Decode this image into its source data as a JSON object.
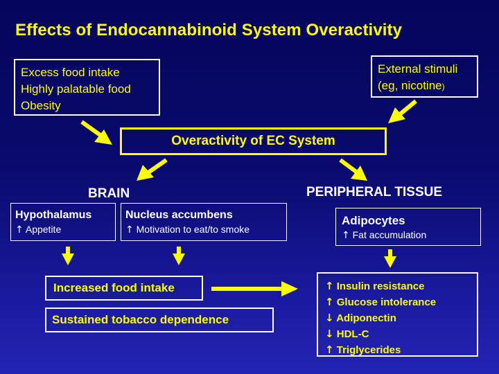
{
  "title": "Effects of Endocannabinoid System Overactivity",
  "inputs": {
    "left": [
      "Excess food intake",
      "Highly palatable food",
      "Obesity"
    ],
    "right": [
      "External stimuli",
      "(eg, nicotine"
    ],
    "right_paren": ")"
  },
  "center": "Overactivity of EC System",
  "headings": {
    "brain": "BRAIN",
    "peripheral": "PERIPHERAL TISSUE"
  },
  "brain": {
    "hypothalamus": {
      "name": "Hypothalamus",
      "effect_arrow": "↑",
      "effect": "Appetite"
    },
    "nucleus": {
      "name": "Nucleus accumbens",
      "effect_arrow": "↑",
      "effect": "Motivation to eat/to smoke"
    }
  },
  "adipocytes": {
    "name": "Adipocytes",
    "effect_arrow": "↑",
    "effect": "Fat accumulation"
  },
  "outcomes": {
    "food": "Increased food intake",
    "tobacco": "Sustained tobacco dependence"
  },
  "metabolic": [
    {
      "arrow": "↑",
      "text": "Insulin resistance"
    },
    {
      "arrow": "↑",
      "text": "Glucose intolerance"
    },
    {
      "arrow": "↓",
      "text": "Adiponectin"
    },
    {
      "arrow": "↓",
      "text": "HDL-C"
    },
    {
      "arrow": "↑",
      "text": "Triglycerides"
    }
  ],
  "colors": {
    "yellow": "#ffff00",
    "white": "#ffffff",
    "background": "#0a0a6e"
  }
}
